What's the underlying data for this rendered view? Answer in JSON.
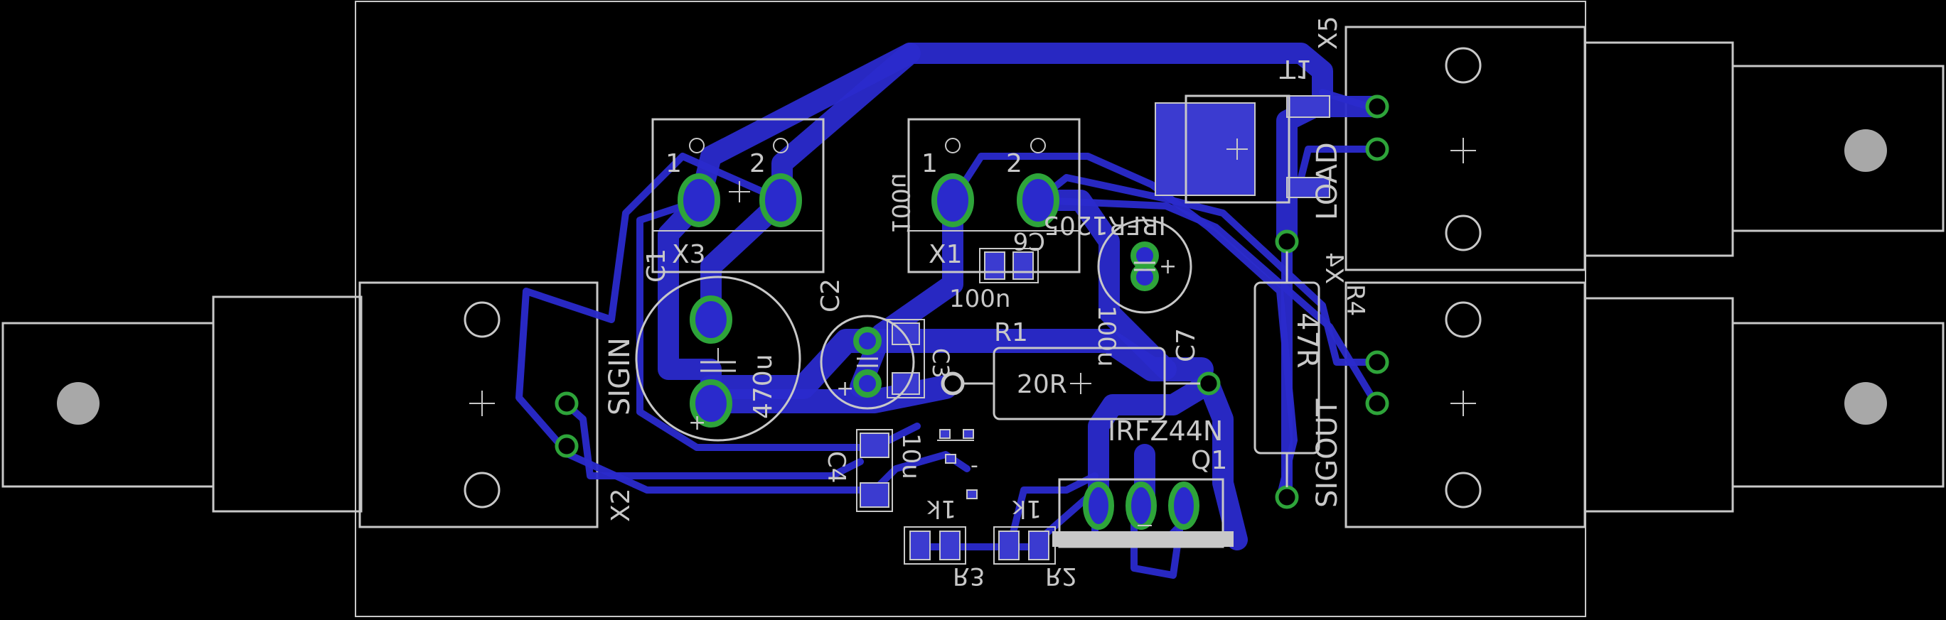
{
  "labels": {
    "x5": "X5",
    "t1": "T1",
    "load": "LOAD",
    "irfr1205": "IRFR1205",
    "x4": "X4",
    "r4": "R4",
    "r4_value": "47R",
    "sigout": "SIGOUT",
    "x1": "X1",
    "x1_pin1": "1",
    "x1_pin2": "2",
    "x3": "X3",
    "x3_pin1": "1",
    "x3_pin2": "2",
    "c1": "C1",
    "c1_value": "470u",
    "c2": "C2",
    "c2_value": "100u",
    "c6": "C6",
    "c6_value": "100n",
    "c3": "C3",
    "r1": "R1",
    "r1_value": "20R",
    "c7": "C7",
    "c7_value": "100u",
    "q1": "Q1",
    "q1_value": "IRFZ44N",
    "sigin": "SIGIN",
    "x2": "X2",
    "c4": "C4",
    "c4_value": "10u",
    "r3": "R3",
    "r3_value": "1k",
    "r2": "R2",
    "r2_value": "1k",
    "plus_mark": "+",
    "minus_mark": "-"
  },
  "colors": {
    "background": "#000000",
    "silkscreen": "#c8c8c8",
    "copper": "#2a2acc",
    "pad_ring": "#2ea43a"
  }
}
